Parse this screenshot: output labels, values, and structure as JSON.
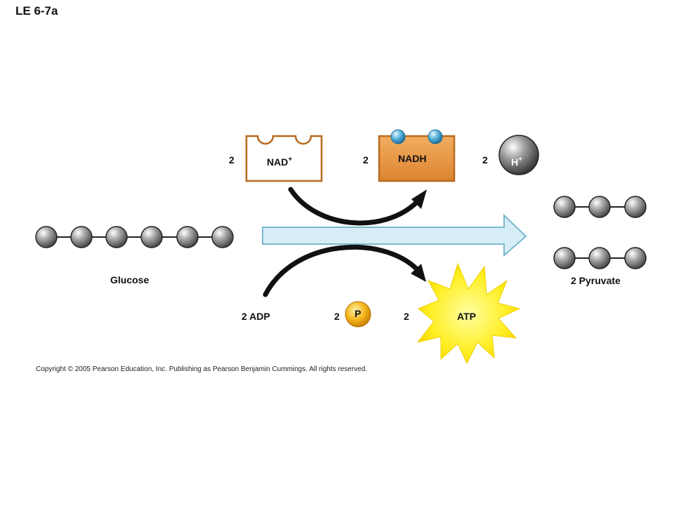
{
  "figure_label": "LE 6-7a",
  "glucose": {
    "label": "Glucose"
  },
  "pyruvate": {
    "label": "2 Pyruvate"
  },
  "nad": {
    "coefficient": "2",
    "label": "NAD",
    "superscript": "+"
  },
  "nadh": {
    "coefficient": "2",
    "label": "NADH"
  },
  "proton": {
    "coefficient": "2",
    "label": "H",
    "superscript": "+"
  },
  "adp": {
    "label": "2 ADP"
  },
  "phosphate": {
    "coefficient": "2",
    "label": "P"
  },
  "atp": {
    "coefficient": "2",
    "label": "ATP"
  },
  "copyright": "Copyright © 2005 Pearson Education, Inc. Publishing as Pearson Benjamin Cummings. All rights reserved.",
  "colors": {
    "nad_border": "#b86a1e",
    "nadh_fill": "#e8963c",
    "electron_blue": "#5ab4dc",
    "big_arrow_fill": "#d8eef6",
    "big_arrow_stroke": "#7ab8d0",
    "phosphate_fill": "#f4b41a",
    "atp_burst": "#ffee22",
    "carbon_gray": "#8a8a8a"
  }
}
